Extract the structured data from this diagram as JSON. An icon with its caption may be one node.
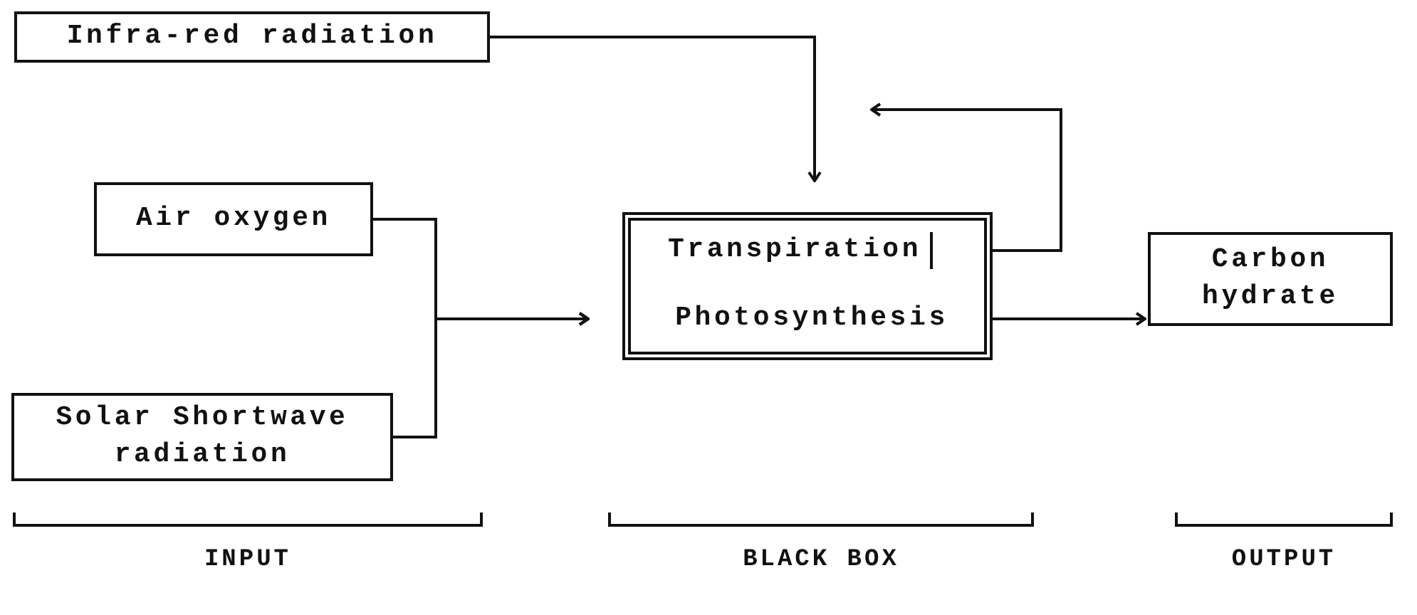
{
  "diagram": {
    "nodes": [
      {
        "text": [
          "Infra-red radiation"
        ]
      },
      {
        "text": [
          "Air oxygen"
        ]
      },
      {
        "text": [
          "Solar Shortwave radiation"
        ]
      },
      {
        "text": [],
        "shape": "box"
      },
      {
        "text": [
          "Transpiration"
        ],
        "in": 3
      },
      {
        "text": [
          "Photosynthesis"
        ],
        "in": 3
      },
      {
        "text": [
          "Carbon hydrate"
        ]
      }
    ],
    "edges": [
      {
        "from": 0,
        "to": 3,
        "arrow": "to"
      },
      {
        "from": 1,
        "to": 3,
        "arrow": "to"
      },
      {
        "from": 2,
        "to": 3,
        "arrow": "to"
      },
      {
        "from": 5,
        "to": 6,
        "arrow": "to"
      },
      {
        "from": 4,
        "to": null,
        "arrow": "to"
      }
    ],
    "labels": [
      "INPUT",
      "BLACK BOX",
      "OUTPUT"
    ]
  }
}
